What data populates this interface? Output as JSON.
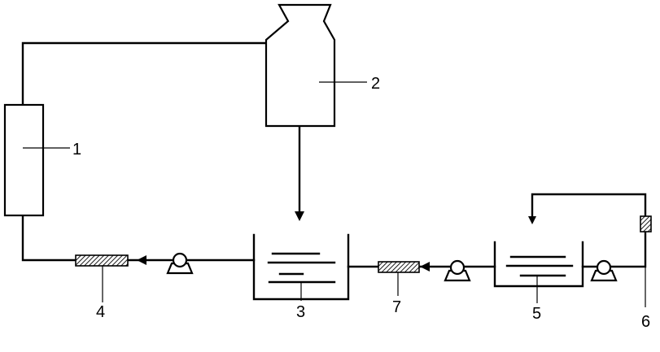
{
  "labels": {
    "column": "1",
    "bottle": "2",
    "tank_main": "3",
    "filter_left": "4",
    "tank_right": "5",
    "filter_right": "6",
    "filter_middle": "7"
  }
}
